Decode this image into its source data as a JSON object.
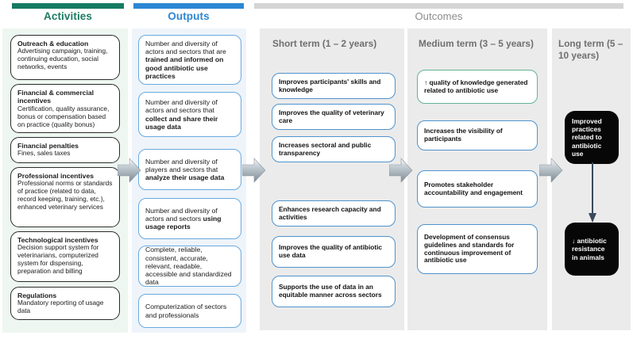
{
  "headers": {
    "activities": "Activities",
    "outputs": "Outputs",
    "outcomes": "Outcomes"
  },
  "colors": {
    "activities_bar": "#167a62",
    "outputs_bar": "#2b87d3",
    "outcomes_bar": "#d5d5d5",
    "activities_panel": "#eef6f1",
    "outputs_panel": "#eef4fa",
    "outcomes_panel": "#ebebeb",
    "output_box_border": "#6aaade",
    "outcome_box_border": "#4f93cd",
    "outcome_green_border": "#63b394",
    "final_box_fill": "#070707",
    "arrow_fill": "#9aa6ad"
  },
  "columns": {
    "short_term": {
      "title": "Short term (1 – 2 years)"
    },
    "medium_term": {
      "title": "Medium term (3 – 5 years)"
    },
    "long_term": {
      "title": "Long term (5 – 10 years)"
    }
  },
  "activities": [
    {
      "heading": "Outreach & education",
      "body": "Advertising campaign, training, continuing education, social networks, events"
    },
    {
      "heading": "Financial & commercial incentives",
      "body": "Certification, quality assurance, bonus or compensation based on practice (quality bonus)"
    },
    {
      "heading": "Financial penalties",
      "body": "Fines, sales taxes"
    },
    {
      "heading": "Professional incentives",
      "body": "Professional norms or standards of practice (related to data, record keeping, training, etc.), enhanced veterinary services"
    },
    {
      "heading": "Technological incentives",
      "body": "Decision support system for veterinarians, computerized system for dispensing, preparation and billing"
    },
    {
      "heading": "Regulations",
      "body": "Mandatory reporting of usage data"
    }
  ],
  "outputs": [
    {
      "plain1": "Number and diversity of actors and sectors that are ",
      "bold": "trained and informed on good antibiotic use practices",
      "plain2": ""
    },
    {
      "plain1": "Number and diversity of actors and sectors that ",
      "bold": "collect and share their usage data",
      "plain2": ""
    },
    {
      "plain1": "Number and diversity of players and sectors that ",
      "bold": "analyze their usage data",
      "plain2": ""
    },
    {
      "plain1": "Number and diversity of actors and sectors ",
      "bold": "using usage reports",
      "plain2": ""
    },
    {
      "plain1": "Complete, reliable, consistent, accurate, relevant, readable, accessible and standardized data",
      "bold": "",
      "plain2": ""
    },
    {
      "plain1": "Computerization of sectors and professionals",
      "bold": "",
      "plain2": ""
    }
  ],
  "short_term_outcomes": [
    "Improves participants' skills and knowledge",
    "Improves the quality of veterinary care",
    "Increases sectoral and public transparency",
    "Enhances research capacity and activities",
    "Improves the quality of antibiotic use data",
    "Supports the use of data in an equitable manner across sectors"
  ],
  "medium_term_outcomes": [
    "↑ quality of knowledge generated related to antibiotic use",
    "Increases the visibility of participants",
    "Promotes stakeholder accountability and engagement",
    "Development of consensus guidelines and standards for continuous improvement of antibiotic use"
  ],
  "long_term_outcomes": [
    "Improved practices related to antibiotic use",
    "↓ antibiotic resistance in animals"
  ]
}
